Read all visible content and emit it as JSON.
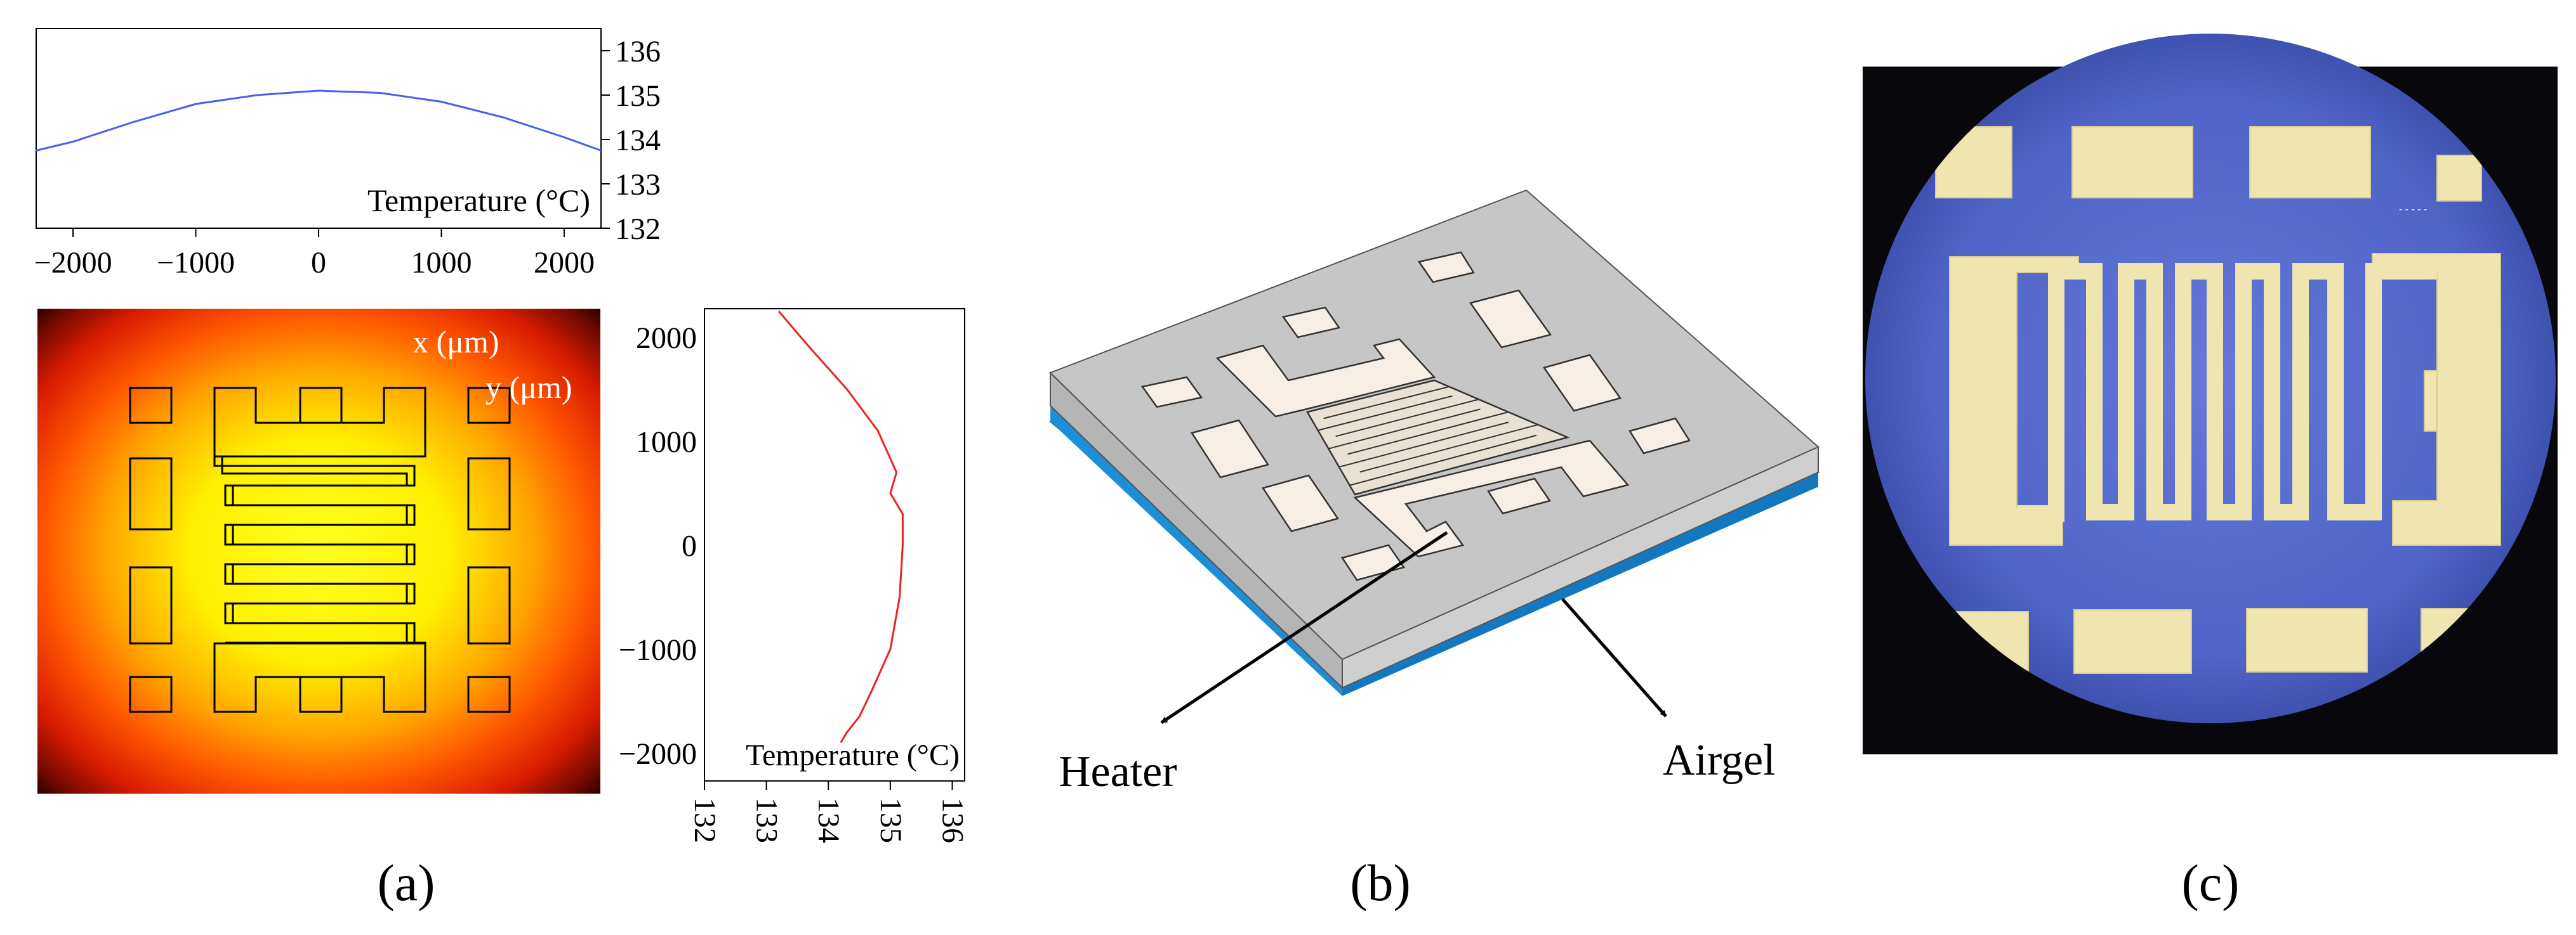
{
  "figure": {
    "panel_labels": [
      "(a)",
      "(b)",
      "(c)"
    ]
  },
  "panel_a": {
    "top_profile": {
      "axis_label": "Temperature (°C)",
      "x_ticks": [
        "−2000",
        "−1000",
        "0",
        "1000",
        "2000"
      ],
      "y_ticks": [
        "132",
        "133",
        "134",
        "135",
        "136"
      ]
    },
    "heatmap": {
      "x_label": "x (μm)",
      "y_label": "y (μm)",
      "y_ticks": [
        "2000",
        "1000",
        "0",
        "−1000",
        "−2000"
      ]
    },
    "right_profile": {
      "axis_label": "Temperature (°C)",
      "x_ticks": [
        "132",
        "133",
        "134",
        "135",
        "136"
      ]
    }
  },
  "panel_b": {
    "heater_label": "Heater",
    "airgel_label": "Airgel"
  },
  "colors": {
    "top_curve": "#4a5ef0",
    "right_curve": "#ee2222",
    "heat_hot": "#ffff00",
    "heat_cold": "#000000",
    "airgel_layer": "#1d8fd6",
    "microscope_bg": "#5870d0",
    "electrode": "#efe5b0"
  },
  "chart_data": [
    {
      "type": "line",
      "title": "",
      "xlabel": "",
      "ylabel": "Temperature (°C)",
      "xlim": [
        -2300,
        2300
      ],
      "ylim": [
        132,
        136.5
      ],
      "series": [
        {
          "x": [
            -2300,
            -2000,
            -1500,
            -1000,
            -500,
            0,
            500,
            1000,
            1500,
            2000,
            2300
          ],
          "y": [
            133.75,
            133.95,
            134.4,
            134.8,
            135.0,
            135.1,
            135.05,
            134.85,
            134.5,
            134.05,
            133.75
          ]
        }
      ]
    },
    {
      "type": "line",
      "title": "",
      "xlabel": "Temperature (°C)",
      "ylabel": "",
      "xlim": [
        132,
        136.2
      ],
      "ylim": [
        -2200,
        2300
      ],
      "series": [
        {
          "x": [
            133.2,
            133.7,
            134.3,
            134.8,
            135.1,
            135.0,
            135.2,
            135.2,
            135.15,
            135.0,
            134.7,
            134.5,
            134.3,
            134.2
          ],
          "y": [
            2250,
            1900,
            1500,
            1100,
            700,
            500,
            300,
            0,
            -500,
            -1000,
            -1400,
            -1650,
            -1800,
            -1900
          ]
        }
      ]
    }
  ]
}
